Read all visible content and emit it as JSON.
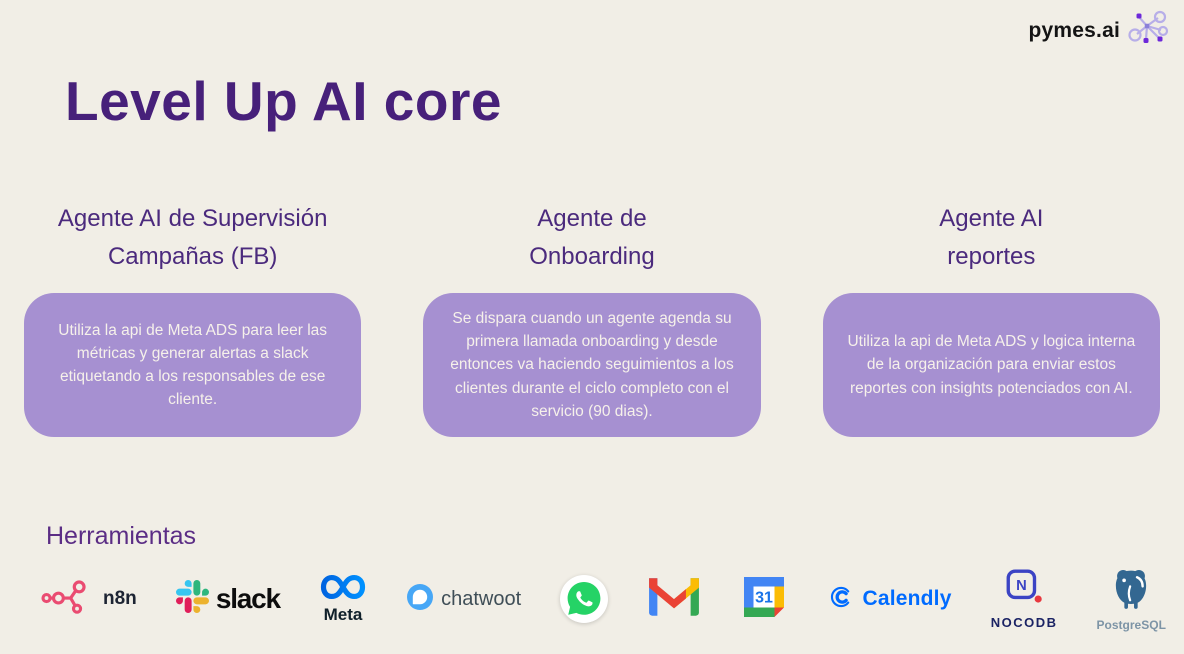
{
  "brand": {
    "name": "pymes.ai"
  },
  "title": "Level Up AI core",
  "columns": [
    {
      "heading": "Agente AI de Supervisión\nCampañas (FB)",
      "body": "Utiliza la api de Meta ADS para leer las métricas y generar alertas a slack etiquetando a los responsables de ese cliente."
    },
    {
      "heading": "Agente de\nOnboarding",
      "body": "Se dispara cuando un agente agenda su primera llamada onboarding y desde entonces va haciendo seguimientos a los clientes durante el ciclo completo con el servicio (90 dias)."
    },
    {
      "heading": "Agente AI\nreportes",
      "body": "Utiliza la api de Meta ADS y logica interna de la organización para enviar estos reportes con insights potenciados con AI."
    }
  ],
  "tools_section": {
    "heading": "Herramientas",
    "tools": [
      {
        "name": "n8n",
        "label": "n8n"
      },
      {
        "name": "slack",
        "label": "slack"
      },
      {
        "name": "meta",
        "label": "Meta"
      },
      {
        "name": "chatwoot",
        "label": "chatwoot"
      },
      {
        "name": "whatsapp"
      },
      {
        "name": "gmail"
      },
      {
        "name": "google-calendar",
        "day_number": "31"
      },
      {
        "name": "calendly",
        "label": "Calendly"
      },
      {
        "name": "nocodb",
        "label": "NOCODB",
        "icon_letter": "N"
      },
      {
        "name": "postgresql",
        "label": "PostgreSQL"
      }
    ]
  },
  "colors": {
    "background": "#f1eee6",
    "title": "#47207a",
    "column_heading": "#4b2a7d",
    "card_background": "#a690d1",
    "card_text": "#f6f1ea",
    "tools_heading": "#5b2d85",
    "n8n_pink": "#EA4B71",
    "slack": [
      "#36C5F0",
      "#2EB67D",
      "#ECB22E",
      "#E01E5A"
    ],
    "meta_blue": "#0866FF",
    "chatwoot_blue": "#47A7F6",
    "whatsapp_green": "#25D366",
    "gmail": [
      "#4285F4",
      "#34A853",
      "#FBBC04",
      "#EA4335"
    ],
    "calendly_blue": "#006BFF",
    "nocodb_blue": "#3B43C4",
    "postgres_blue": "#336791"
  }
}
